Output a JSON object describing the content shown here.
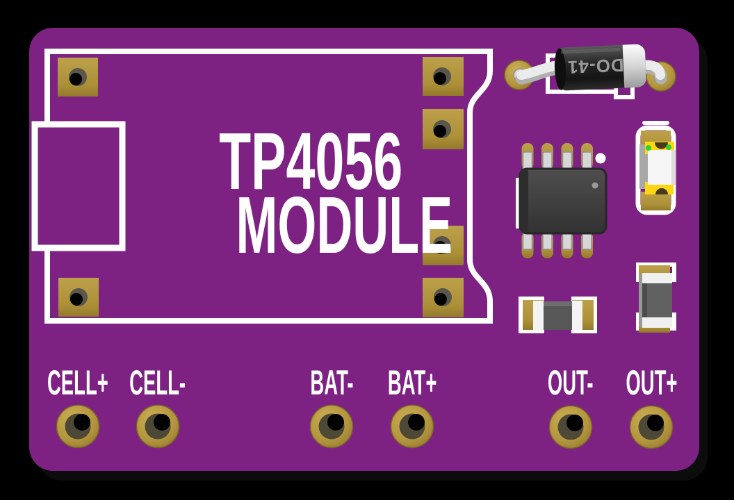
{
  "title": {
    "line1": "TP4056",
    "line2": "MODULE"
  },
  "diode": {
    "marking": "DO-41"
  },
  "terminals": [
    {
      "label": "CELL+"
    },
    {
      "label": "CELL-"
    },
    {
      "label": "BAT-"
    },
    {
      "label": "BAT+"
    },
    {
      "label": "OUT-"
    },
    {
      "label": "OUT+"
    }
  ],
  "components": {
    "usb_connector": "usb-connector-footprint",
    "diode": "axial-diode",
    "ic": "soic8-charger-ic",
    "led": "status-led",
    "resistor_horizontal": "smd-resistor",
    "resistor_vertical": "smd-resistor"
  },
  "colors": {
    "background": "#000000",
    "board_purple": "#7d2183",
    "silkscreen_white": "#ffffff",
    "pad_gold": "#b5973c",
    "hole_dark": "#4d4936",
    "diode_body": "#262626",
    "diode_band": "#d6d6d6",
    "lead_silver": "#ebebeb",
    "ic_body": "#3e3e3e",
    "led_yellow": "#ffd60f",
    "led_green": "#2ed12e",
    "smd_gray": "#575757"
  }
}
